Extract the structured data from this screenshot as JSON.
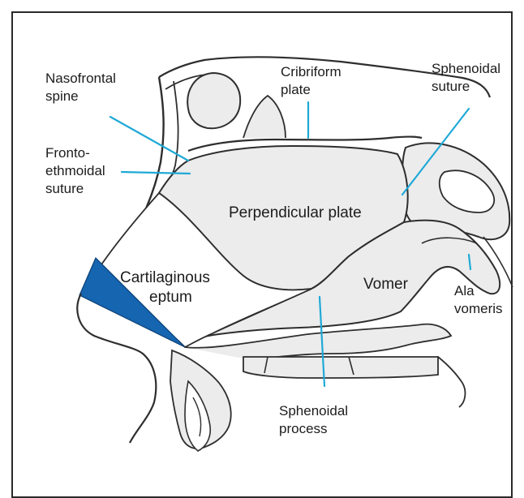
{
  "labels": {
    "nasofrontal_spine": [
      "Nasofrontal",
      "spine"
    ],
    "cribriform_plate": [
      "Cribriform",
      "plate"
    ],
    "sphenoidal_suture": [
      "Sphenoidal",
      "suture"
    ],
    "frontoethmoidal_suture": [
      "Fronto-",
      "ethmoidal",
      "suture"
    ],
    "perpendicular_plate": "Perpendicular plate",
    "cartilaginous_septum": [
      "Cartilaginous",
      "eptum"
    ],
    "vomer": "Vomer",
    "ala_vomeris": [
      "Ala",
      "vomeris"
    ],
    "sphenoidal_process": [
      "Sphenoidal",
      "process"
    ]
  },
  "colors": {
    "bone_fill": "#ececec",
    "outline": "#2e2e2e",
    "leader_line": "#1fa9d6",
    "cartilage_highlight": "#1565b0",
    "frame_border": "#2a2a2a"
  }
}
